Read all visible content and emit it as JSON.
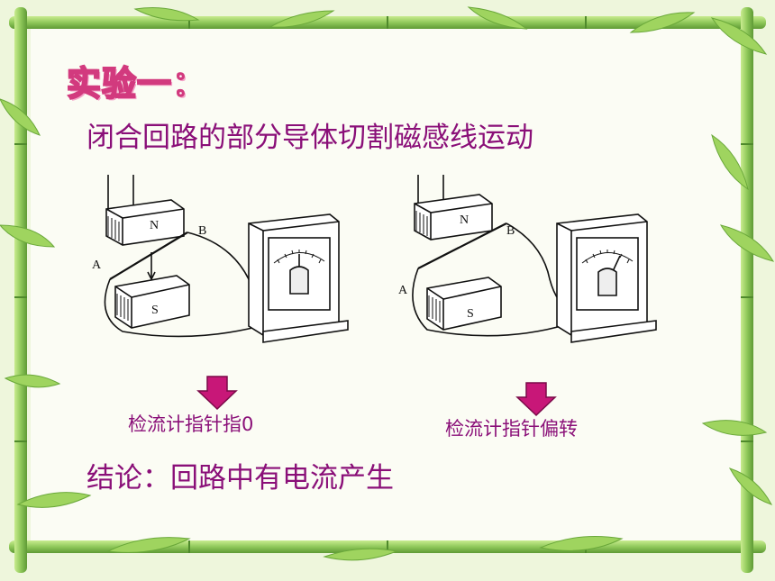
{
  "slide": {
    "title": "实验一：",
    "subtitle": "闭合回路的部分导体切割磁感线运动",
    "conclusion": "结论：回路中有电流产生"
  },
  "experiments": [
    {
      "result": "检流计指针指0",
      "labels": {
        "a": "A",
        "b": "B",
        "north": "N",
        "south": "S"
      }
    },
    {
      "result": "检流计指针偏转",
      "labels": {
        "a": "A",
        "b": "B",
        "north": "N",
        "south": "S"
      }
    }
  ],
  "colors": {
    "text": "#8a0f78",
    "arrow": "#c81778",
    "title_outline": "#d23a7e",
    "bamboo": "#8fc85a"
  }
}
